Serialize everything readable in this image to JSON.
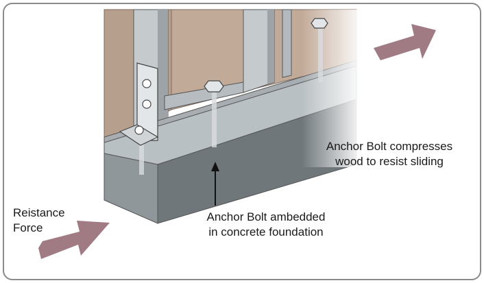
{
  "labels": {
    "compress": [
      "Anchor Bolt compresses",
      "wood to resist sliding"
    ],
    "embedded": [
      "Anchor Bolt ambedded",
      "in concrete foundation"
    ],
    "resist": [
      "Reistance",
      "Force"
    ]
  },
  "colors": {
    "frame_border": "#8a8a8a",
    "concrete_front": "#8f979b",
    "concrete_top": "#b9c0c3",
    "concrete_dark": "#5f676b",
    "sill_plate": "#a7adb1",
    "steel_stud": "#c5cacd",
    "sheathing": "#b79f8e",
    "force_arrow": "#a07b84",
    "bolt": "#e3e6e8",
    "text": "#1a1a1a"
  },
  "icons": {
    "force_arrow": "block-arrow",
    "bolt": "hex-bolt",
    "bracket": "angle-bracket"
  }
}
